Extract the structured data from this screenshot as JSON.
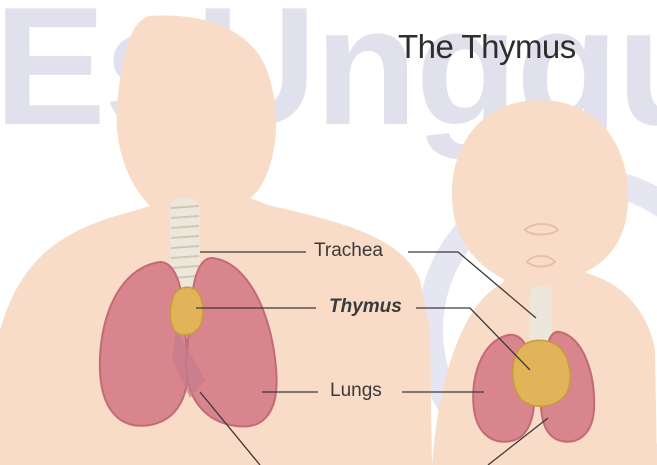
{
  "watermark": "EsUnggu",
  "title": "The Thymus",
  "labels": {
    "trachea": "Trachea",
    "thymus": "Thymus",
    "lungs": "Lungs"
  },
  "colors": {
    "skin": "#f9dcc8",
    "lung": "#d9858d",
    "lung_dark": "#b95f6b",
    "thymus": "#e2b45a",
    "trachea": "#ece7da",
    "watermark": "#dcdcec"
  }
}
